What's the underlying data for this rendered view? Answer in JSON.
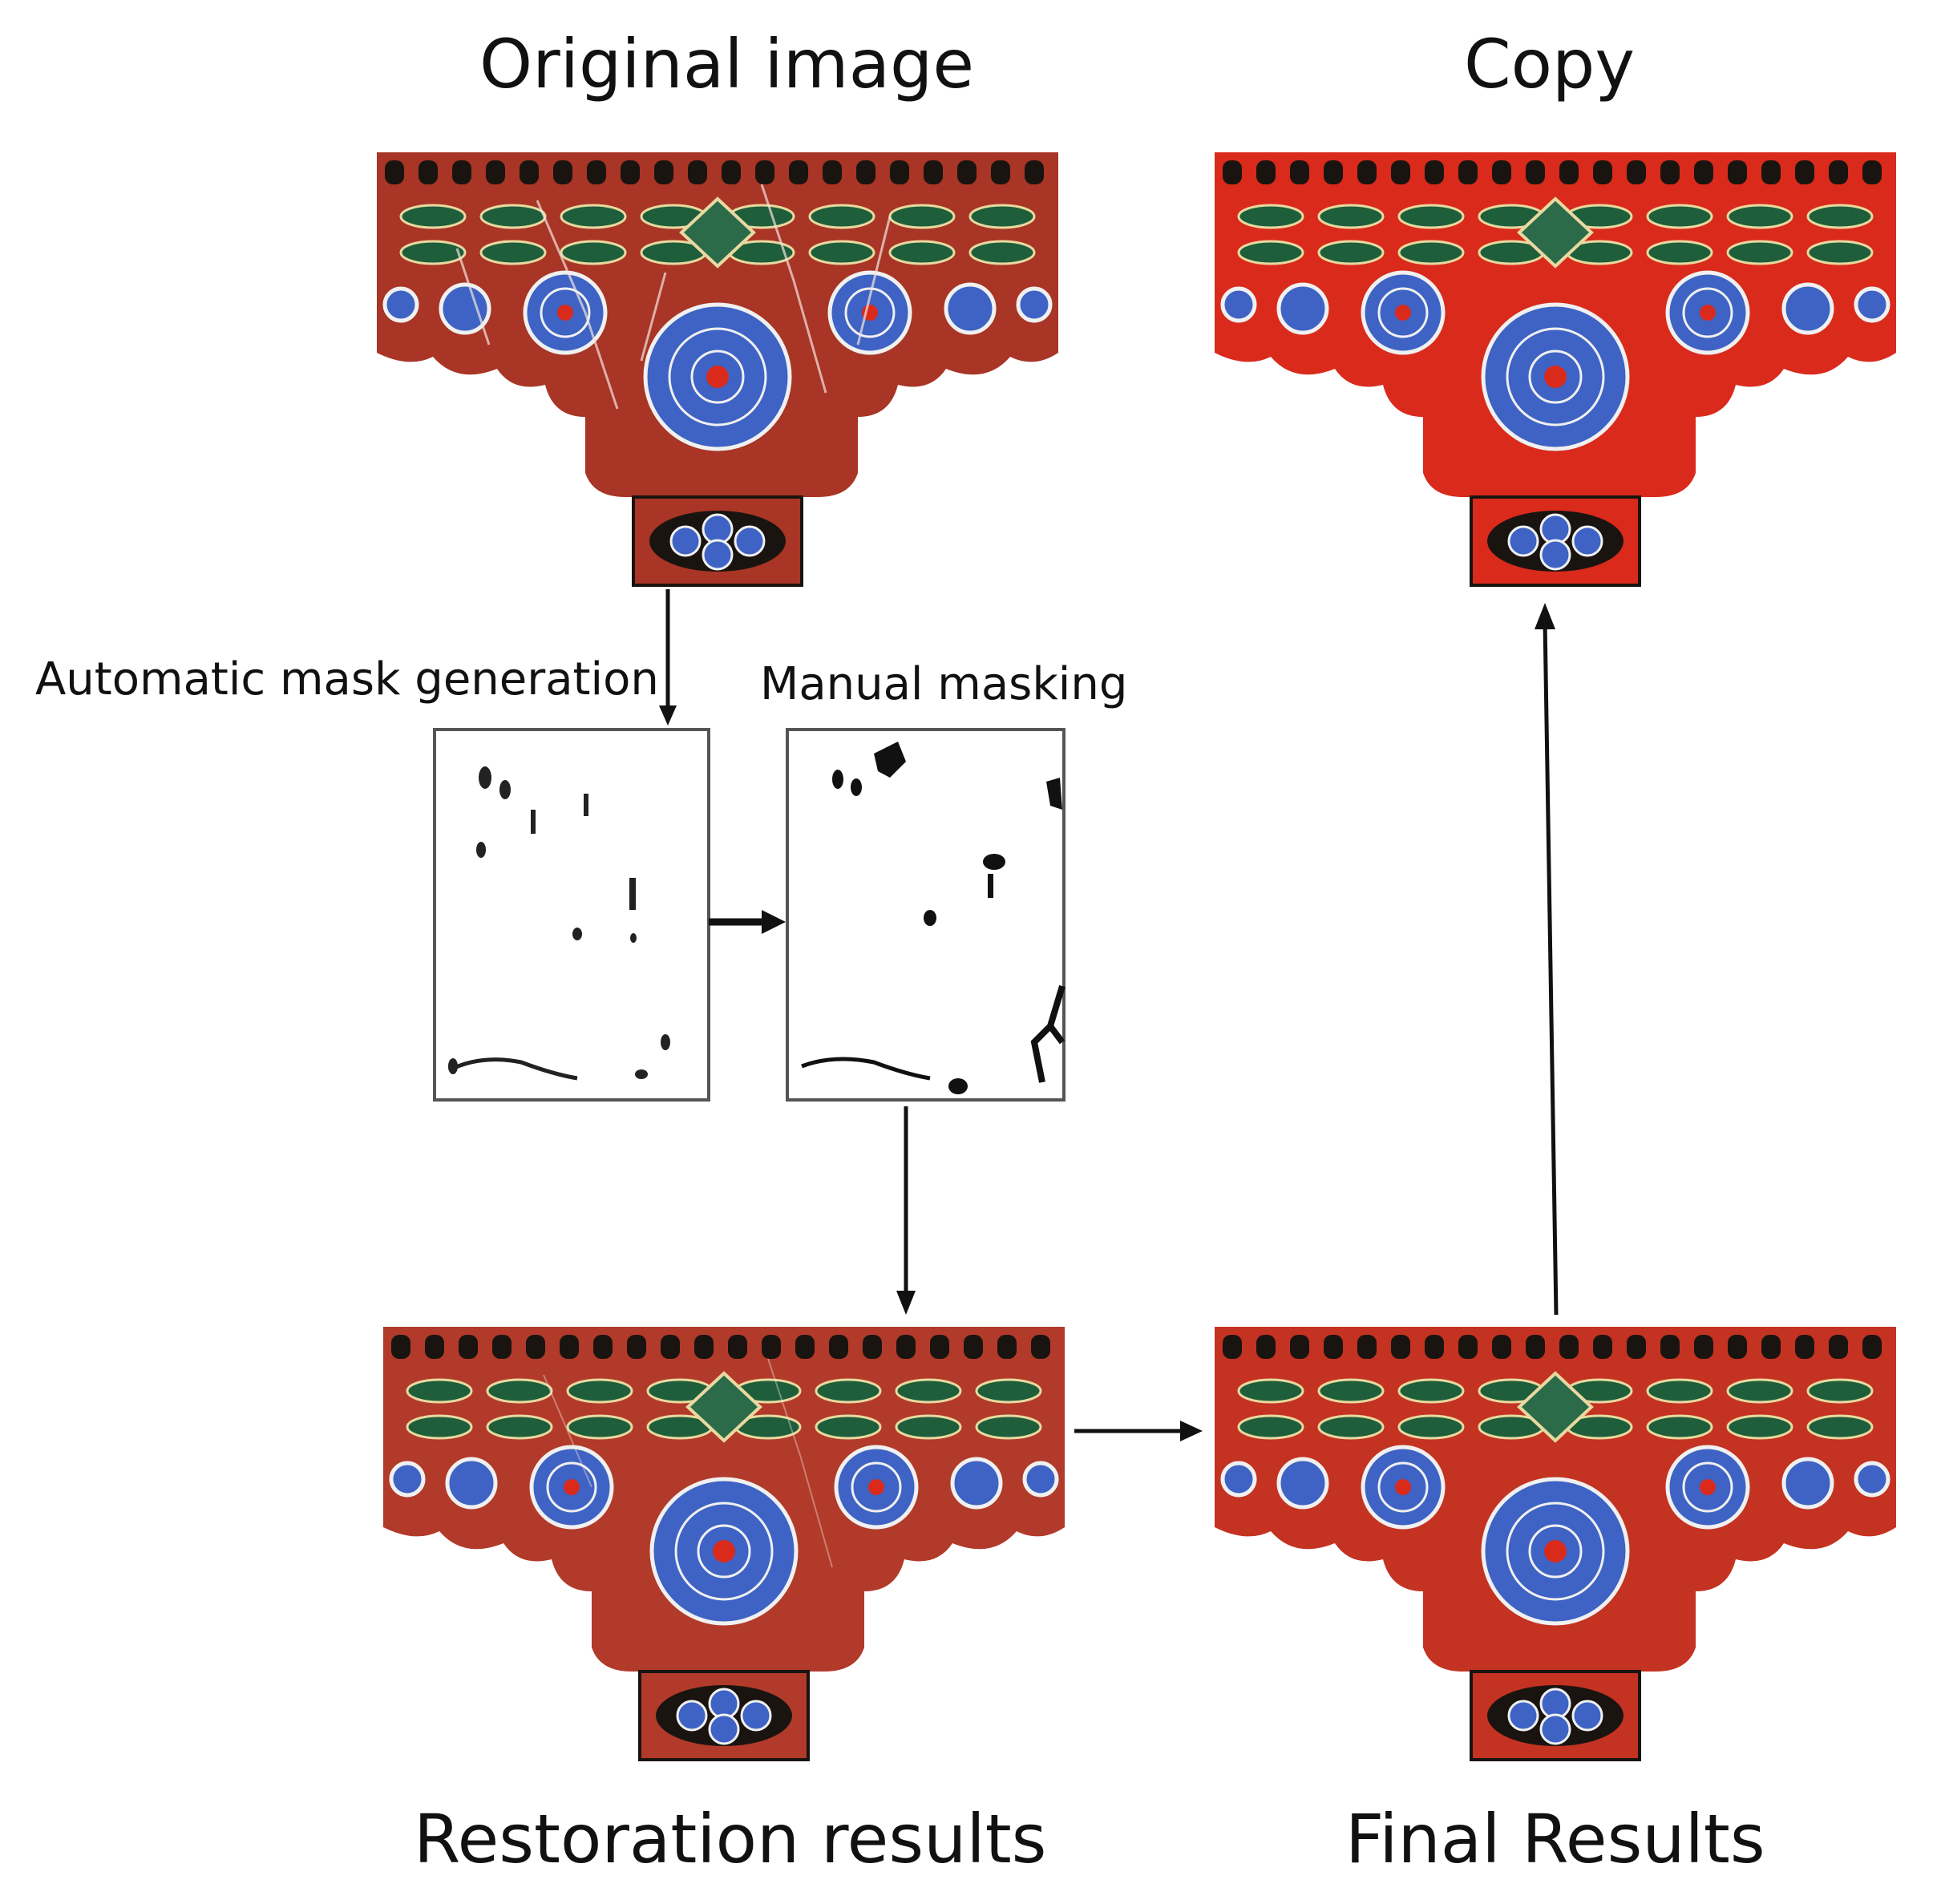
{
  "labels": {
    "original": "Original image",
    "copy": "Copy",
    "auto_mask": "Automatic mask generation",
    "manual_mask": "Manual masking",
    "restoration": "Restoration results",
    "final": "Final Results"
  },
  "colors": {
    "background": "#ffffff",
    "text": "#111111",
    "arrow": "#111111",
    "aged_red": "#a83525",
    "bright_red": "#d92a1c",
    "ornament_blue": "#3e63c4",
    "ornament_green": "#1f5e3a",
    "ornament_black": "#1a1410",
    "mask_border": "#555555"
  },
  "images": {
    "original": "aged-painted-bracket",
    "copy": "bright-painted-bracket",
    "restoration": "restored-painted-bracket",
    "final": "final-painted-bracket",
    "auto_mask": "sparse-damage-mask",
    "manual_mask": "refined-damage-mask"
  }
}
